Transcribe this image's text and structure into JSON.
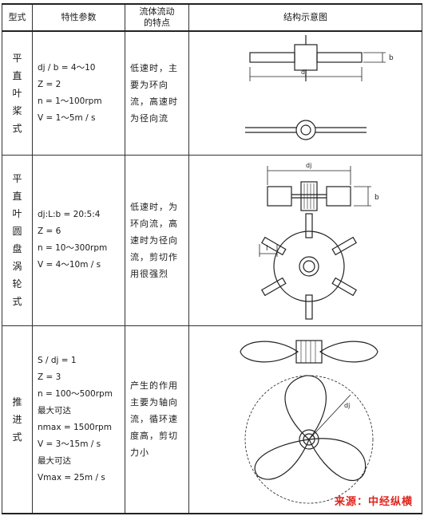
{
  "header": {
    "type": "型式",
    "params": "特性参数",
    "flow_line1": "流体流动",
    "flow_line2": "的特点",
    "diagram": "结构示意图"
  },
  "rows": [
    {
      "type_chars": [
        "平",
        "直",
        "叶",
        "桨",
        "式"
      ],
      "params": [
        "dj / b = 4～10",
        "Z = 2",
        "n = 1～100rpm",
        "V = 1～5m / s"
      ],
      "flow": [
        "低速时，主",
        "要为环向",
        "流，高速时",
        "为径向流"
      ],
      "labels": {
        "b": "b",
        "d": "dj"
      }
    },
    {
      "type_chars": [
        "平",
        "直",
        "叶",
        "圆",
        "盘",
        "涡",
        "轮",
        "式"
      ],
      "params": [
        "dj:L:b = 20:5:4",
        "Z = 6",
        "n = 10～300rpm",
        "V = 4～10m / s"
      ],
      "flow": [
        "低速时，为",
        "环向流，高",
        "速时为径向",
        "流，剪切作",
        "用很强烈"
      ],
      "labels": {
        "d": "dj",
        "b": "b",
        "l": "l"
      }
    },
    {
      "type_chars": [
        "推",
        "进",
        "式"
      ],
      "params": [
        "S / dj = 1",
        "Z = 3",
        "n = 100～500rpm",
        "最大可达",
        "nmax = 1500rpm",
        "V = 3～15m / s",
        "最大可达",
        "Vmax = 25m / s"
      ],
      "flow": [
        "产生的作用",
        "主要为轴向",
        "流，循环速",
        "度高，剪切",
        "力小"
      ],
      "labels": {
        "d": "dj"
      }
    }
  ],
  "source": "来源：中经纵横"
}
